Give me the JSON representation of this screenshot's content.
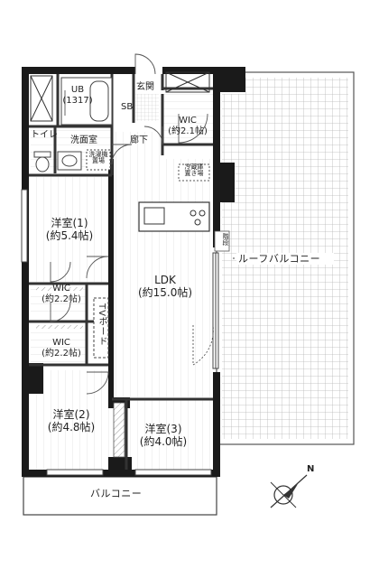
{
  "rooms": {
    "ub": {
      "name": "UB",
      "size": "(1317)"
    },
    "genkan": "玄関",
    "sb": "SB",
    "wic_top": {
      "name": "WIC",
      "size": "(約2.1帖)"
    },
    "toilet": "トイレ",
    "washroom": "洗面室",
    "hallway": "廊下",
    "fridge": "冷蔵庫\n置き場",
    "washer": "洗濯機\n置場",
    "yoshitsu1": {
      "name": "洋室(1)",
      "size": "(約5.4帖)"
    },
    "ldk": {
      "name": "LDK",
      "size": "(約15.0帖)"
    },
    "wic_a": {
      "name": "WIC",
      "size": "(約2.2帖)"
    },
    "wic_b": {
      "name": "WIC",
      "size": "(約2.2帖)"
    },
    "tv_board": "TVボード",
    "yoshitsu2": {
      "name": "洋室(2)",
      "size": "(約4.8帖)"
    },
    "yoshitsu3": {
      "name": "洋室(3)",
      "size": "(約4.0帖)"
    },
    "roof_balcony": "ルーフバルコニー",
    "balcony": "バルコニー",
    "kaidan": "階段"
  },
  "compass": {
    "label": "N"
  },
  "colors": {
    "wall": "#1a1a1a",
    "line": "#444444",
    "floor_stripe": "#dddddd",
    "tile_grid": "#b8b8b8"
  }
}
